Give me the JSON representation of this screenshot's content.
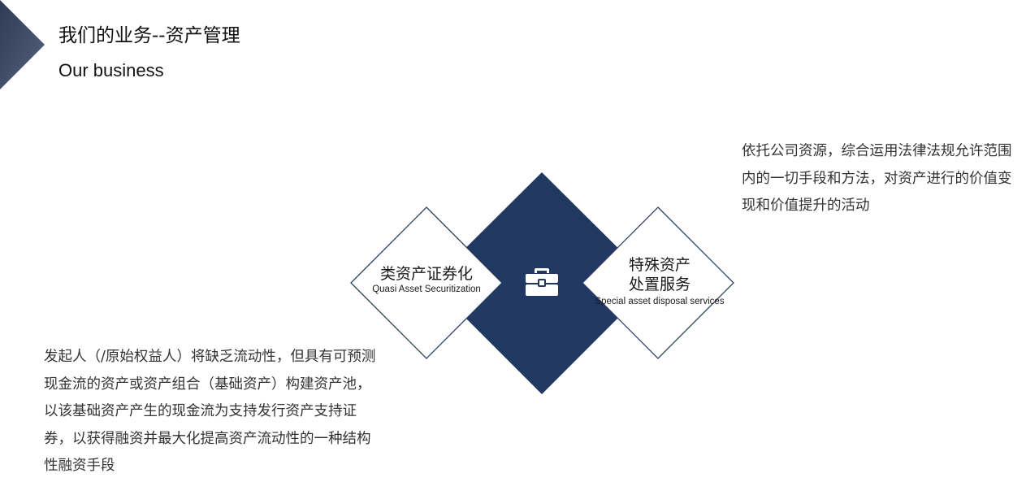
{
  "header": {
    "title_cn": "我们的业务--资产管理",
    "title_en": "Our business"
  },
  "left_node": {
    "title_cn": "类资产证券化",
    "title_en": "Quasi Asset Securitization",
    "description": "发起人（/原始权益人）将缺乏流动性，但具有可预测现金流的资产或资产组合（基础资产）构建资产池，以该基础资产产生的现金流为支持发行资产支持证券，以获得融资并最大化提高资产流动性的一种结构性融资手段"
  },
  "right_node": {
    "title_cn_line1": "特殊资产",
    "title_cn_line2": "处置服务",
    "title_en": "Special asset disposal services",
    "description": "依托公司资源，综合运用法律法规允许范围内的一切手段和方法，对资产进行的价值变现和价值提升的活动"
  },
  "center_node": {
    "icon": "briefcase-icon"
  },
  "colors": {
    "navy": "#213863",
    "corner": "#3d4b68",
    "outline": "#2e4166"
  }
}
